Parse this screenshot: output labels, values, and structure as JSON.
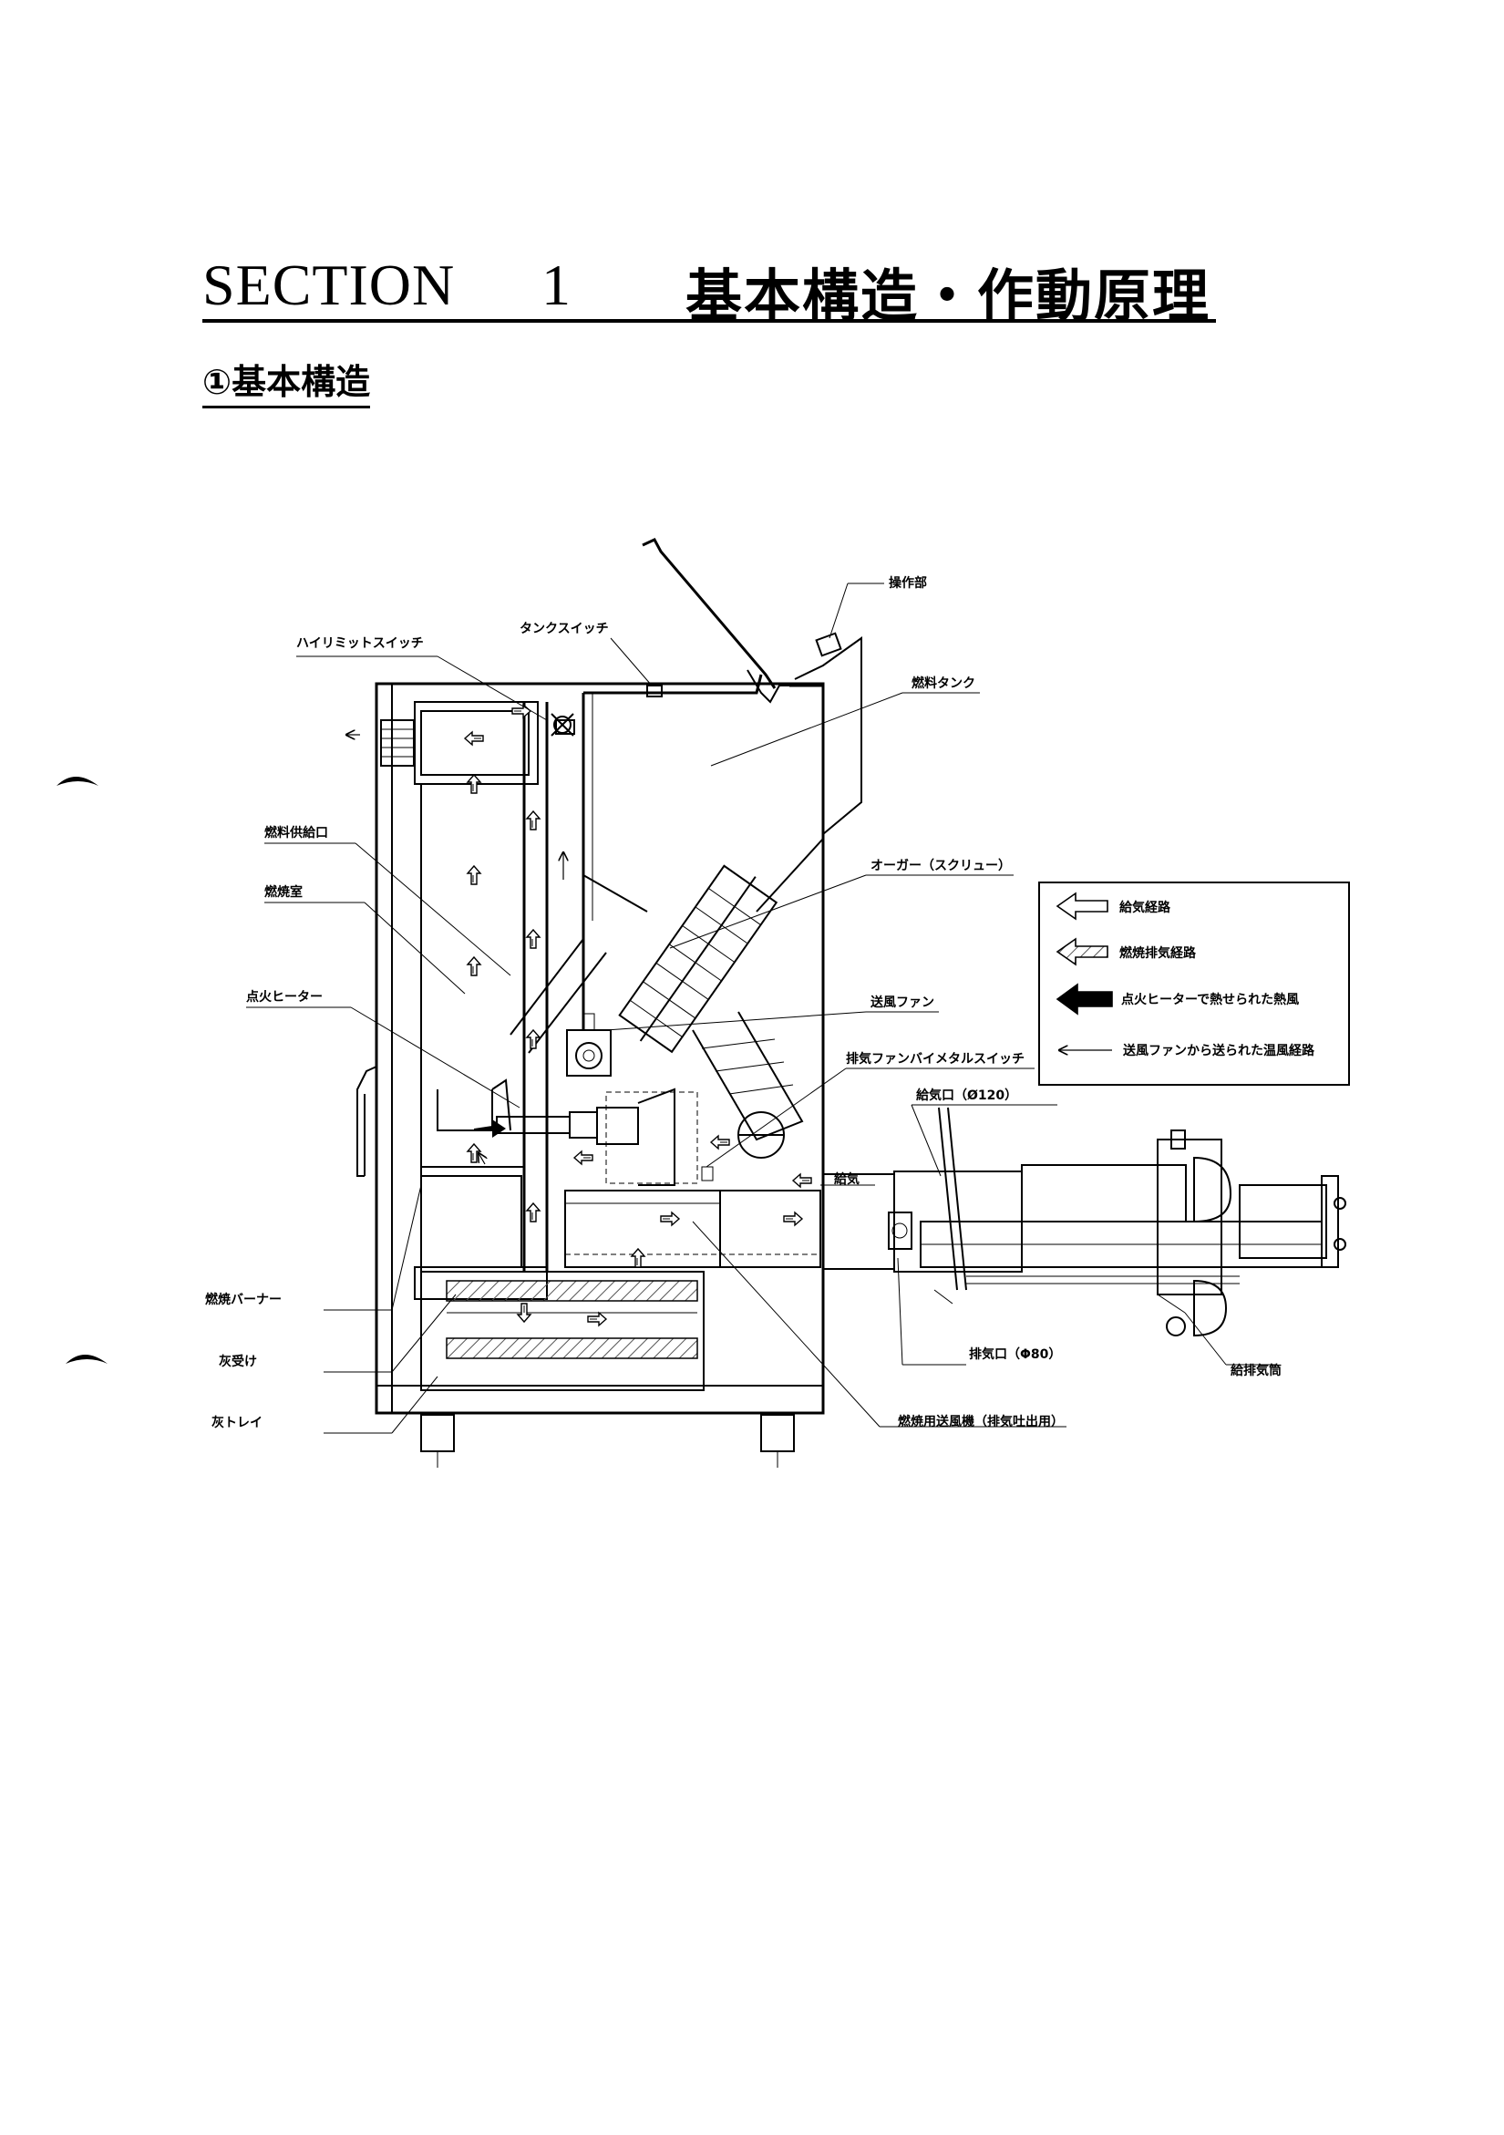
{
  "header": {
    "title_en": "SECTION",
    "title_num": "1",
    "title_jp": "基本構造・作動原理",
    "subtitle": "①基本構造"
  },
  "labels": {
    "operation_panel": "操作部",
    "tank_switch": "タンクスイッチ",
    "high_limit_switch": "ハイリミットスイッチ",
    "fuel_tank": "燃料タンク",
    "fuel_supply_port": "燃料供給口",
    "combustion_chamber": "燃焼室",
    "auger": "オーガー（スクリュー）",
    "ignition_heater": "点火ヒーター",
    "blower_fan": "送風ファン",
    "exhaust_fan_bimetal_switch": "排気ファンバイメタルスイッチ",
    "intake_port": "給気口（Ø120）",
    "intake_short": "給気",
    "combustion_burner": "燃焼バーナー",
    "ash_receiver": "灰受け",
    "ash_tray": "灰トレイ",
    "exhaust_port": "排気口（Φ80）",
    "intake_exhaust_pipe": "給排気筒",
    "combustion_blower": "燃焼用送風機（排気吐出用）"
  },
  "legend": {
    "intake_path": "給気経路",
    "combustion_exhaust_path": "燃焼排気経路",
    "heated_air": "点火ヒーターで熱せられた熱風",
    "warm_air_path": "送風ファンから送られた温風経路"
  },
  "colors": {
    "ink": "#000000",
    "paper": "#ffffff",
    "hatch": "#555555"
  }
}
